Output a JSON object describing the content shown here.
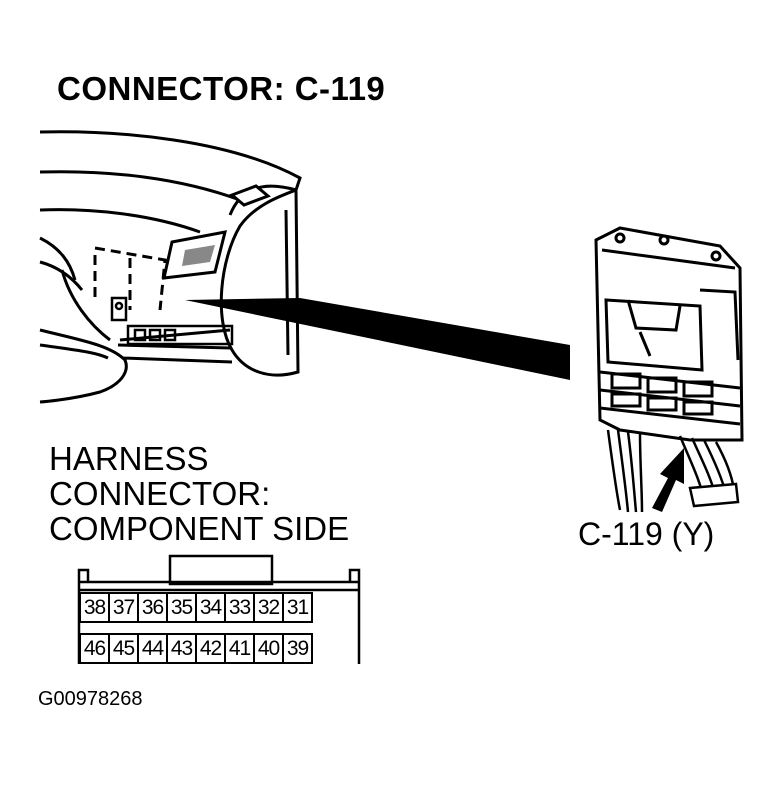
{
  "title": "CONNECTOR: C-119",
  "harness_label": {
    "line1": "HARNESS",
    "line2": "CONNECTOR:",
    "line3": "COMPONENT SIDE"
  },
  "connector_callout": "C-119 (Y)",
  "figure_id": "G00978268",
  "pins": {
    "top_row": [
      "38",
      "37",
      "36",
      "35",
      "34",
      "33",
      "32",
      "31"
    ],
    "bottom_row": [
      "46",
      "45",
      "44",
      "43",
      "42",
      "41",
      "40",
      "39"
    ]
  }
}
